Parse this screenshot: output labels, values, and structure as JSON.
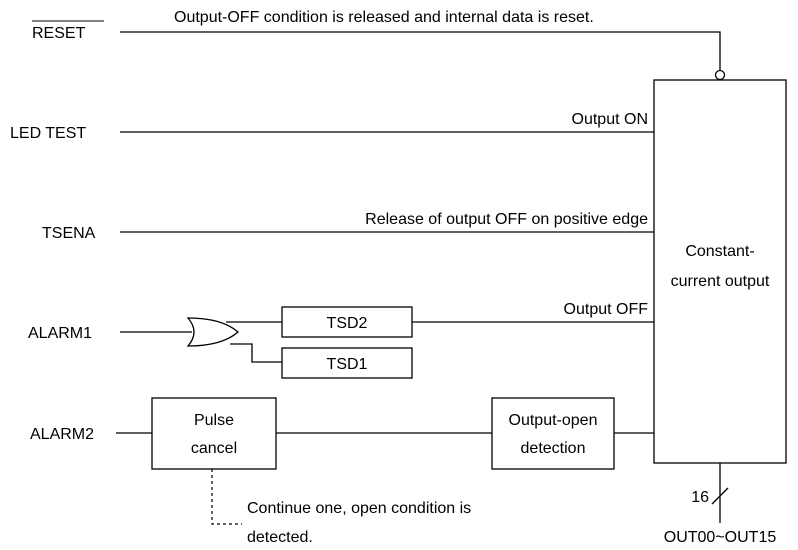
{
  "signals": {
    "reset": "RESET",
    "led_test": "LED TEST",
    "tsena": "TSENA",
    "alarm1": "ALARM1",
    "alarm2": "ALARM2"
  },
  "annotations": {
    "reset_note": "Output-OFF condition is released and internal data is reset.",
    "output_on": "Output ON",
    "tsena_note": "Release of output OFF on positive edge",
    "output_off": "Output OFF",
    "pulse_cancel_note_1": "Continue one, open condition is",
    "pulse_cancel_note_2": "detected."
  },
  "blocks": {
    "tsd2": "TSD2",
    "tsd1": "TSD1",
    "pulse_cancel_1": "Pulse",
    "pulse_cancel_2": "cancel",
    "open_detect_1": "Output-open",
    "open_detect_2": "detection",
    "const_out_1": "Constant-",
    "const_out_2": "current output"
  },
  "output_bus": {
    "width": "16",
    "label": "OUT00~OUT15"
  }
}
